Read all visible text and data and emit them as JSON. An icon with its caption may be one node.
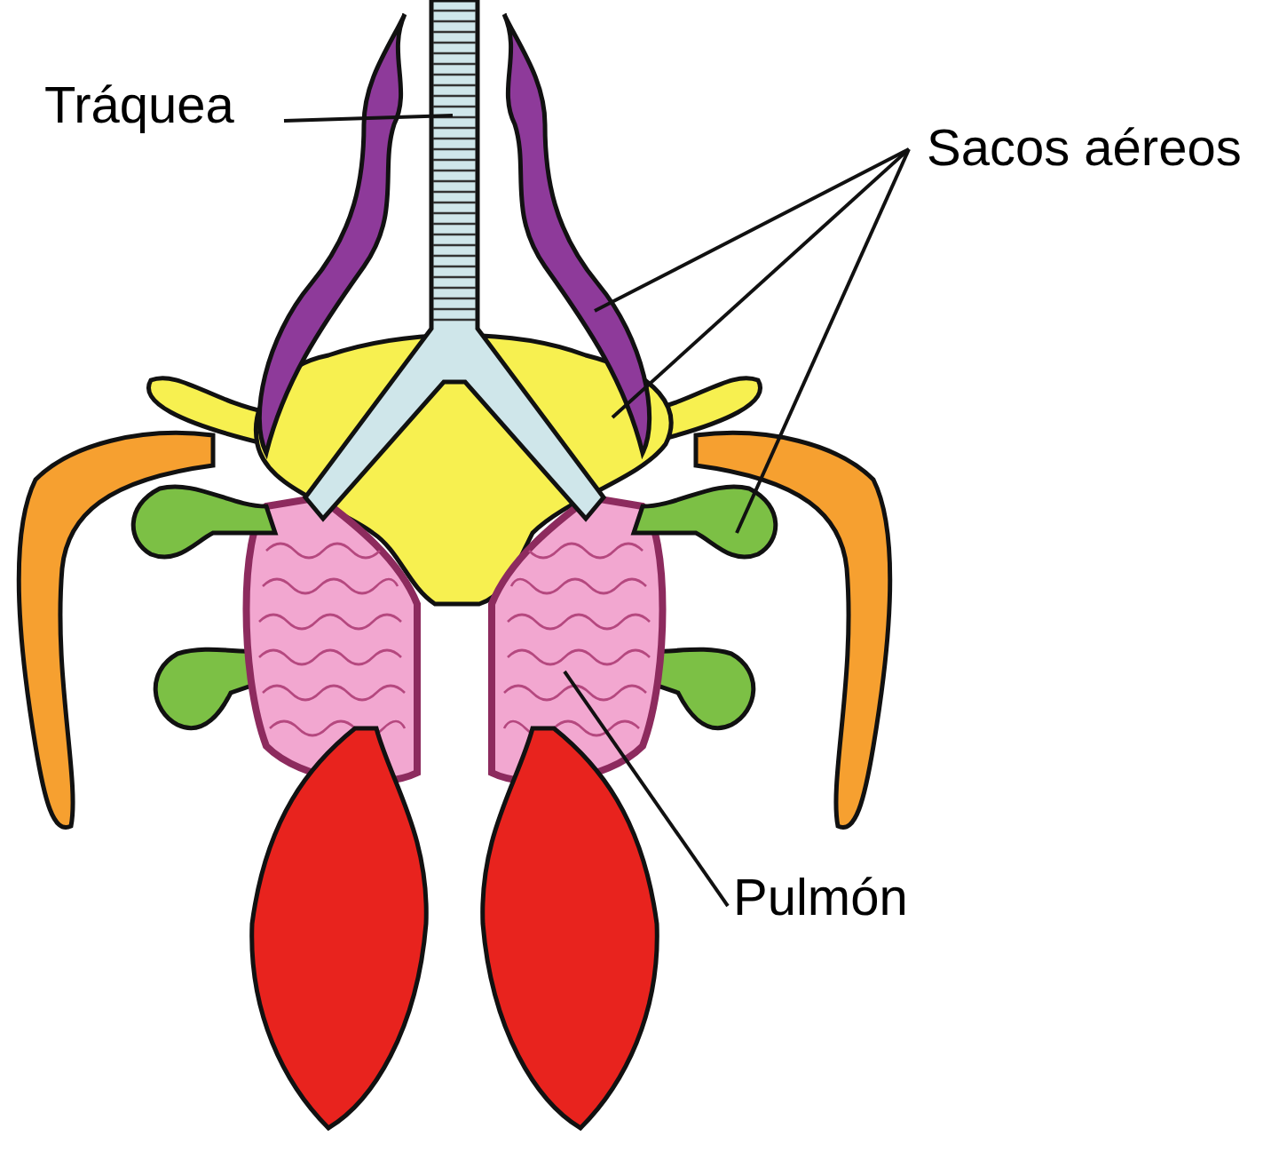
{
  "diagram": {
    "nodes": [
      {
        "text": [
          "Tráquea"
        ]
      },
      {
        "text": [],
        "shape": "picture"
      },
      {
        "text": [
          "Sacos aéreos"
        ]
      },
      {
        "text": [],
        "shape": "picture"
      },
      {
        "text": [],
        "shape": "picture"
      },
      {
        "text": [],
        "shape": "picture"
      },
      {
        "text": [
          "Pulmón"
        ]
      },
      {
        "text": [],
        "shape": "picture"
      }
    ],
    "edges": [
      {
        "from": 0,
        "to": 1,
        "arrow": "none"
      },
      {
        "from": 2,
        "to": 3,
        "arrow": "none"
      },
      {
        "from": 2,
        "to": 4,
        "arrow": "none"
      },
      {
        "from": 2,
        "to": 5,
        "arrow": "none"
      },
      {
        "from": 6,
        "to": 7,
        "arrow": "none"
      }
    ]
  }
}
